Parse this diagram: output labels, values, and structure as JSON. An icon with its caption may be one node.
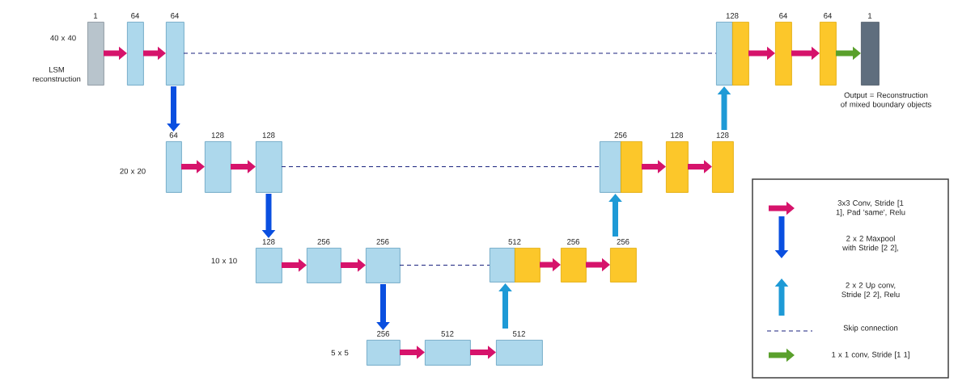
{
  "diagram": {
    "nodes": [
      {
        "text": [],
        "shape": "box",
        "beside": [
          "1"
        ]
      },
      {
        "text": [],
        "shape": "box",
        "beside": [
          "64"
        ]
      },
      {
        "text": [],
        "shape": "box",
        "beside": [
          "64"
        ]
      },
      {
        "text": [],
        "shape": "box",
        "beside": [
          "64"
        ]
      },
      {
        "text": [],
        "shape": "box",
        "beside": [
          "128"
        ]
      },
      {
        "text": [],
        "shape": "box",
        "beside": [
          "128"
        ]
      },
      {
        "text": [],
        "shape": "box",
        "beside": [
          "128"
        ]
      },
      {
        "text": [],
        "shape": "box",
        "beside": [
          "256"
        ]
      },
      {
        "text": [],
        "shape": "box",
        "beside": [
          "256"
        ]
      },
      {
        "text": [],
        "shape": "box",
        "beside": [
          "256"
        ]
      },
      {
        "text": [],
        "shape": "box",
        "beside": [
          "512"
        ]
      },
      {
        "text": [],
        "shape": "box",
        "beside": [
          "512"
        ]
      },
      {
        "text": [],
        "shape": "box",
        "beside": [
          "512"
        ]
      },
      {
        "text": [],
        "shape": "box"
      },
      {
        "text": [],
        "shape": "box",
        "beside": [
          "256"
        ]
      },
      {
        "text": [],
        "shape": "box",
        "beside": [
          "256"
        ]
      },
      {
        "text": [],
        "shape": "box",
        "beside": [
          "256"
        ]
      },
      {
        "text": [],
        "shape": "box"
      },
      {
        "text": [],
        "shape": "box",
        "beside": [
          "128"
        ]
      },
      {
        "text": [],
        "shape": "box",
        "beside": [
          "128"
        ]
      },
      {
        "text": [],
        "shape": "box",
        "beside": [
          "128"
        ]
      },
      {
        "text": [],
        "shape": "box"
      },
      {
        "text": [],
        "shape": "box",
        "beside": [
          "64"
        ]
      },
      {
        "text": [],
        "shape": "box",
        "beside": [
          "64"
        ]
      },
      {
        "text": [],
        "shape": "box",
        "beside": [
          "1",
          "Output = Reconstruction of mixed boundary objects"
        ]
      }
    ],
    "edges": [
      {
        "from": 0,
        "to": 1,
        "arrow": "to"
      },
      {
        "from": 1,
        "to": 2,
        "arrow": "to"
      },
      {
        "from": 2,
        "to": 3,
        "arrow": "to",
        "color": "#0a4fe0"
      },
      {
        "from": 3,
        "to": 4,
        "arrow": "to"
      },
      {
        "from": 4,
        "to": 5,
        "arrow": "to"
      },
      {
        "from": 5,
        "to": 6,
        "arrow": "to",
        "color": "#0a4fe0"
      },
      {
        "from": 6,
        "to": 7,
        "arrow": "to"
      },
      {
        "from": 7,
        "to": 8,
        "arrow": "to"
      },
      {
        "from": 8,
        "to": 9,
        "arrow": "to",
        "color": "#0a4fe0"
      },
      {
        "from": 9,
        "to": 10,
        "arrow": "to"
      },
      {
        "from": 10,
        "to": 11,
        "arrow": "to"
      },
      {
        "from": 11,
        "to": 12,
        "arrow": "to",
        "color": "#1e9ad6"
      },
      {
        "from": 13,
        "to": 14,
        "arrow": "to"
      },
      {
        "from": 14,
        "to": 15,
        "arrow": "to"
      },
      {
        "from": 15,
        "to": 16,
        "arrow": "to",
        "color": "#1e9ad6"
      },
      {
        "from": 17,
        "to": 18,
        "arrow": "to"
      },
      {
        "from": 18,
        "to": 19,
        "arrow": "to"
      },
      {
        "from": 19,
        "to": 20,
        "arrow": "to",
        "color": "#1e9ad6"
      },
      {
        "from": 21,
        "to": 22,
        "arrow": "to"
      },
      {
        "from": 22,
        "to": 23,
        "arrow": "to"
      },
      {
        "from": 23,
        "to": 24,
        "arrow": "to",
        "color": "#5aa02c"
      },
      {
        "from": 2,
        "to": 20,
        "arrow": "none",
        "style": "dashed",
        "color": "#1a237e"
      },
      {
        "from": 5,
        "to": 16,
        "arrow": "none",
        "style": "dashed",
        "color": "#1a237e"
      },
      {
        "from": 8,
        "to": 12,
        "arrow": "none",
        "style": "dashed",
        "color": "#1a237e"
      }
    ],
    "labels": [
      "40 x 40",
      "LSM reconstruction",
      "20 x 20",
      "10 x 10",
      "5 x 5"
    ],
    "legend": [
      {
        "text": "3x3 Conv, Stride [1 1], Pad 'same', Relu"
      },
      {
        "text": "2 x 2 Maxpool with Stride [2 2],"
      },
      {
        "text": "2 x 2 Up conv, Stride [2 2],  Relu"
      },
      {
        "text": "Skip connection"
      },
      {
        "text": "1 x 1  conv, Stride [1 1]"
      }
    ]
  }
}
